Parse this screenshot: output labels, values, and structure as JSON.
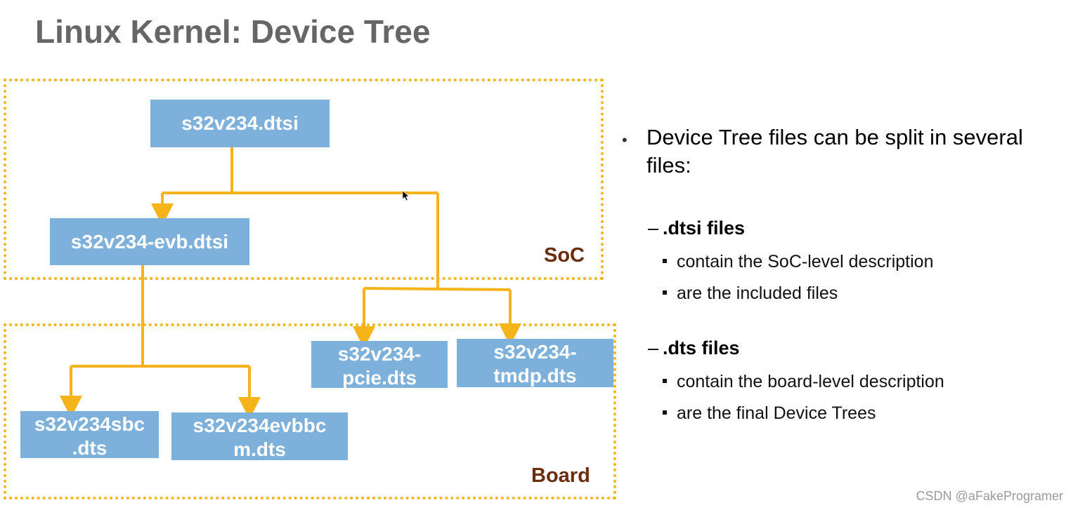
{
  "title": "Linux Kernel: Device Tree",
  "regions": {
    "soc_label": "SoC",
    "board_label": "Board"
  },
  "nodes": {
    "root": [
      "s32v234.dtsi"
    ],
    "evb": [
      "s32v234-evb.dtsi"
    ],
    "pcie": [
      "s32v234-",
      "pcie.dts"
    ],
    "tmdp": [
      "s32v234-",
      "tmdp.dts"
    ],
    "sbc": [
      "s32v234sbc",
      ".dts"
    ],
    "evbbcm": [
      "s32v234evbbc",
      "m.dts"
    ]
  },
  "colors": {
    "node_fill": "#7EB0DC",
    "connector": "#F5B41A",
    "region_border": "#F5B41A",
    "region_label": "#6B2D0F"
  },
  "panel": {
    "bullet": "Device Tree files can be split in several files:",
    "sections": [
      {
        "heading": ".dtsi files",
        "items": [
          "contain the SoC-level description",
          "are the included files"
        ]
      },
      {
        "heading": ".dts files",
        "items": [
          "contain the board-level description",
          "are the final Device Trees"
        ]
      }
    ]
  },
  "watermark": "CSDN @aFakeProgramer"
}
